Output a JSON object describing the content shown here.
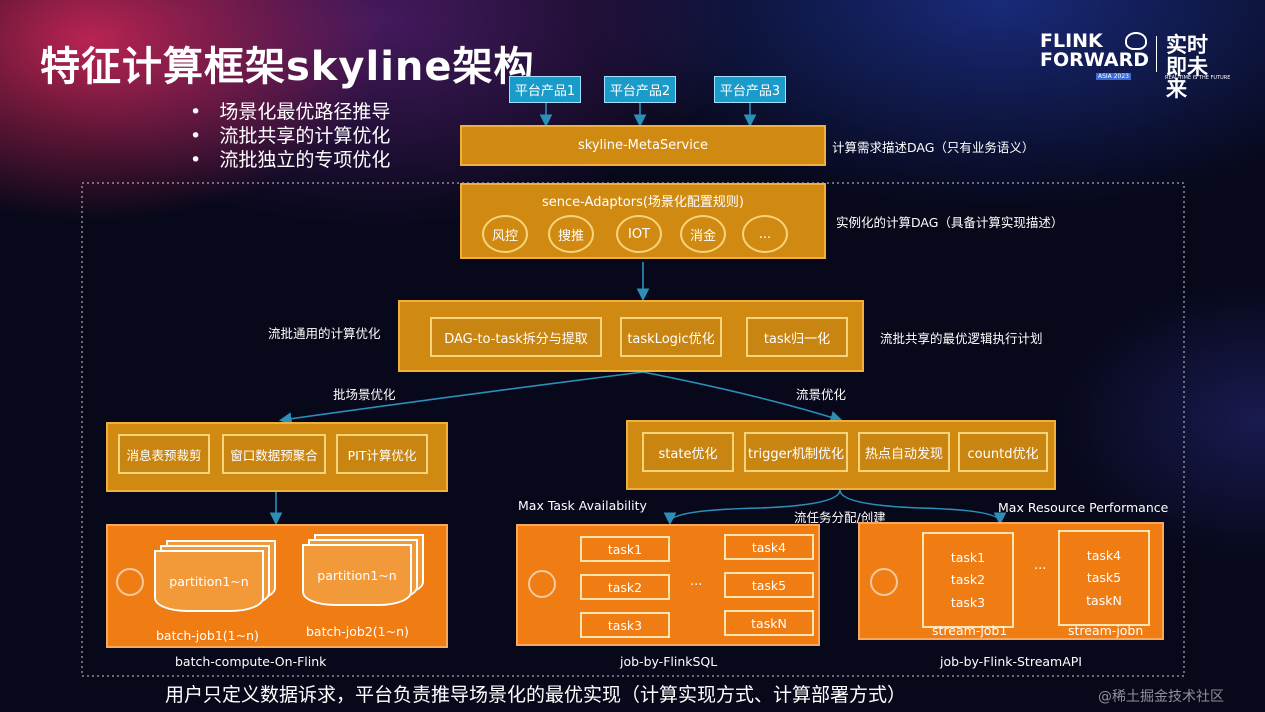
{
  "title": "特征计算框架skyline架构",
  "bullets": [
    "场景化最优路径推导",
    "流批共享的计算优化",
    "流批独立的专项优化"
  ],
  "logo": {
    "line1": "FLINK",
    "line2": "FORWARD",
    "badge": "ASIA 2023",
    "cn": "实时即未来",
    "tagline": "REAL-TIME IS THE FUTURE"
  },
  "products": [
    "平台产品1",
    "平台产品2",
    "平台产品3"
  ],
  "meta_service": {
    "label": "skyline-MetaService",
    "note": "计算需求描述DAG（只有业务语义）"
  },
  "adaptors": {
    "label": "sence-Adaptors(场景化配置规则)",
    "items": [
      "风控",
      "搜推",
      "IOT",
      "消金",
      "..."
    ],
    "note": "实例化的计算DAG（具备计算实现描述）"
  },
  "common_opt": {
    "left_label": "流批通用的计算优化",
    "items": [
      "DAG-to-task拆分与提取",
      "taskLogic优化",
      "task归一化"
    ],
    "note": "流批共享的最优逻辑执行计划"
  },
  "batch": {
    "label": "批场景优化",
    "items": [
      "消息表预裁剪",
      "窗口数据预聚合",
      "PIT计算优化"
    ]
  },
  "stream": {
    "label": "流景优化",
    "items": [
      "state优化",
      "trigger机制优化",
      "热点自动发现",
      "countd优化"
    ]
  },
  "assign": {
    "label": "流任务分配/创建",
    "left": "Max Task Availability",
    "right": "Max Resource Performance"
  },
  "batch_jobs": {
    "page": "partition1~n",
    "job1": "batch-job1(1~n)",
    "job2": "batch-job2(1~n)",
    "caption": "batch-compute-On-Flink"
  },
  "sql_jobs": {
    "left": [
      "task1",
      "task2",
      "task3"
    ],
    "right": [
      "task4",
      "task5",
      "taskN"
    ],
    "ellipsis": "...",
    "caption": "job-by-FlinkSQL"
  },
  "api_jobs": {
    "group1": [
      "task1",
      "task2",
      "task3"
    ],
    "group1_name": "stream-job1",
    "group2": [
      "task4",
      "task5",
      "taskN"
    ],
    "group2_name": "stream-jobn",
    "ellipsis": "...",
    "caption": "job-by-Flink-StreamAPI"
  },
  "footer": "用户只定义数据诉求，平台负责推导场景化的最优实现（计算实现方式、计算部署方式）",
  "watermark": "@稀土掘金技术社区"
}
